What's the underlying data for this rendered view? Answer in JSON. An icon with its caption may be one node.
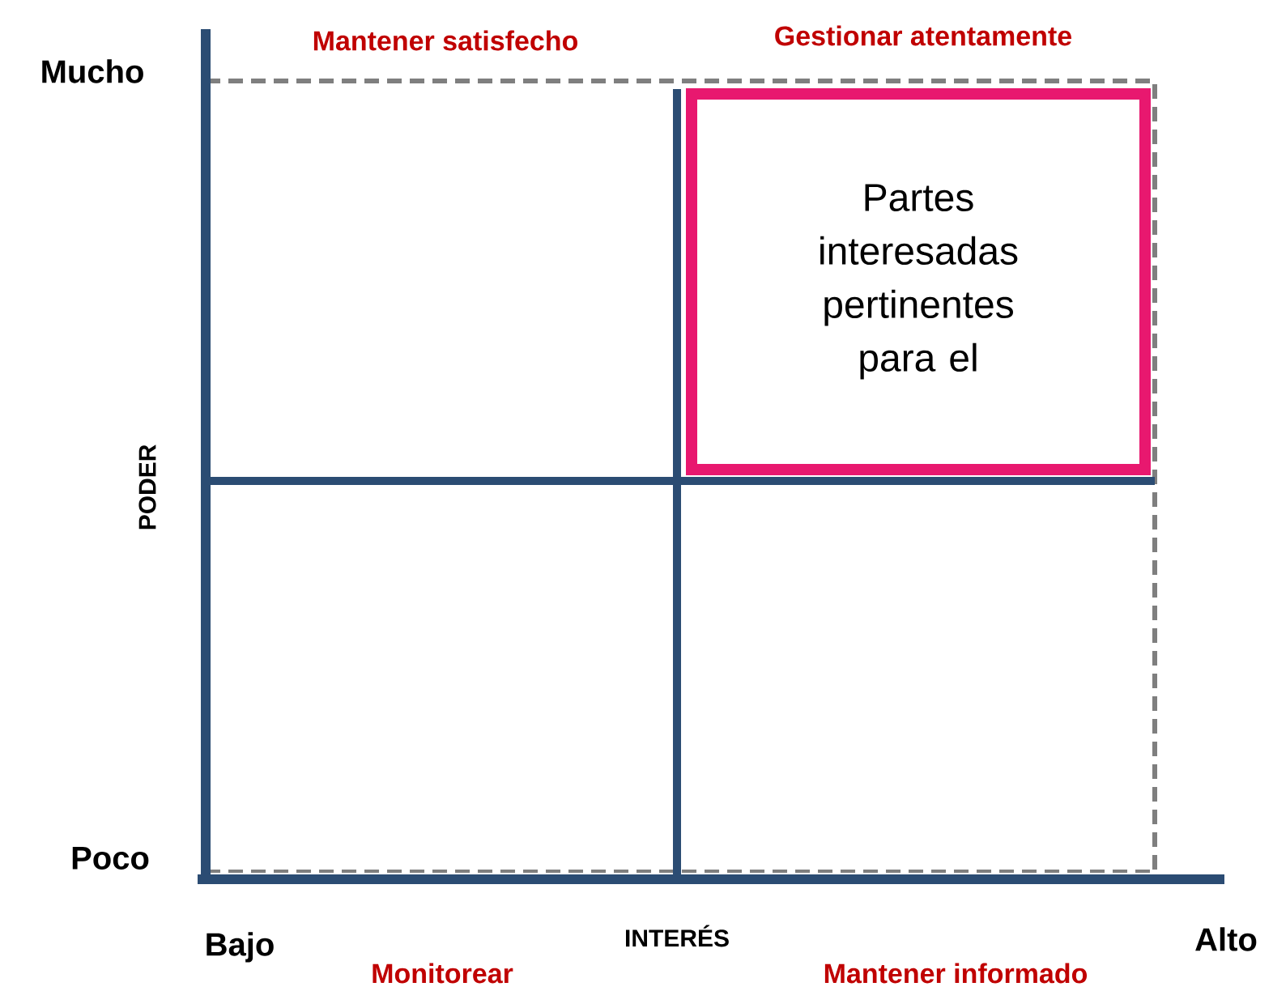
{
  "diagram": {
    "nodes": [
      {
        "text": [
          "Partes interesadas pertinentes para el"
        ]
      }
    ],
    "edges": [],
    "labels": [
      "Mantener satisfecho",
      "Gestionar atentamente",
      "Mucho",
      "PODER",
      "Poco",
      "Bajo",
      "INTERÉS",
      "Alto",
      "Monitorear",
      "Mantener informado"
    ]
  }
}
